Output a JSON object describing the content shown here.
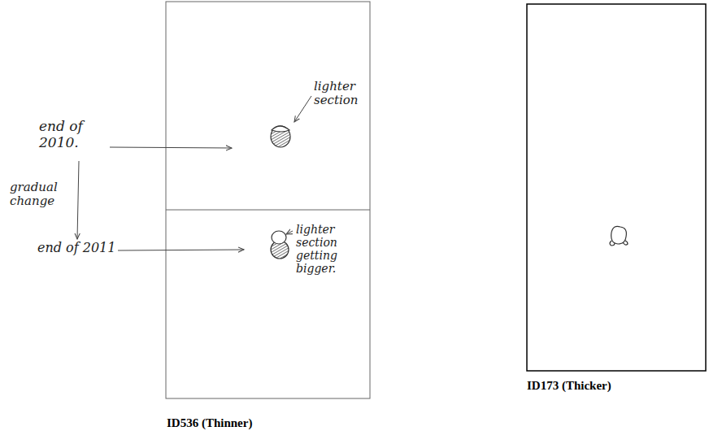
{
  "diagram": {
    "labels": [
      "end of 2010.",
      "lighter section",
      "gradual change",
      "end of 2011",
      "lighter section getting bigger.",
      "ID536 (Thinner)",
      "ID173 (Thicker)"
    ]
  }
}
